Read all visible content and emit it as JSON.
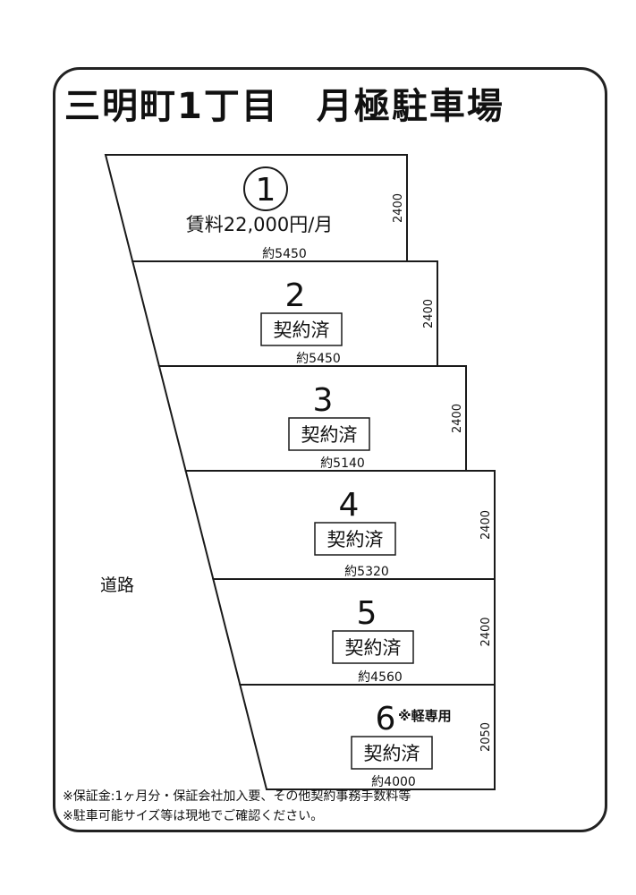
{
  "title": "三明町1丁目　月極駐車場",
  "road_label": "道路",
  "lots": [
    {
      "number": "1",
      "status": "賃料22,000円/月",
      "width_label": "約5450",
      "depth_label": "2400",
      "note": ""
    },
    {
      "number": "2",
      "status": "契約済",
      "width_label": "約5450",
      "depth_label": "2400",
      "note": ""
    },
    {
      "number": "3",
      "status": "契約済",
      "width_label": "約5140",
      "depth_label": "2400",
      "note": ""
    },
    {
      "number": "4",
      "status": "契約済",
      "width_label": "約5320",
      "depth_label": "2400",
      "note": ""
    },
    {
      "number": "5",
      "status": "契約済",
      "width_label": "約4560",
      "depth_label": "2400",
      "note": ""
    },
    {
      "number": "6",
      "status": "契約済",
      "width_label": "約4000",
      "depth_label": "2050",
      "note": "※軽専用"
    }
  ],
  "notes": [
    "※保証金:1ヶ月分・保証会社加入要、その他契約事務手数料等",
    "※駐車可能サイズ等は現地でご確認ください。"
  ]
}
